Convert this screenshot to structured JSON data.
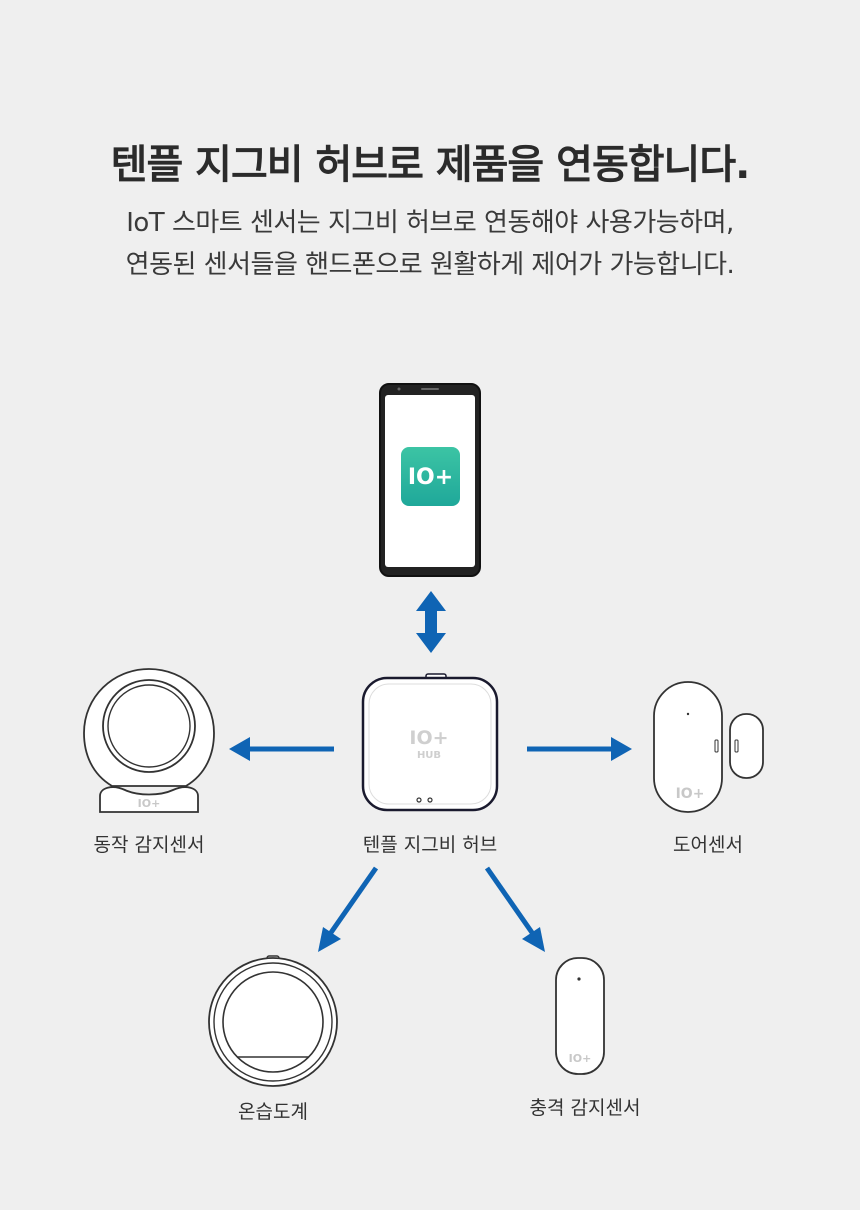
{
  "heading": {
    "title": "텐플 지그비 허브로 제품을 연동합니다.",
    "subtitle_line1": "IoT 스마트 센서는 지그비 허브로 연동해야 사용가능하며,",
    "subtitle_line2": "연동된 센서들을 핸드폰으로 원활하게 제어가 가능합니다."
  },
  "devices": {
    "phone_app_logo": "IO+",
    "hub_logo": "IO+",
    "hub_sub": "HUB",
    "motion_logo": "IO+",
    "door_logo": "IO+",
    "vibration_logo": "IO+"
  },
  "labels": {
    "motion_sensor": "동작 감지센서",
    "hub": "텐플 지그비 허브",
    "door_sensor": "도어센서",
    "thermo_hygrometer": "온습도계",
    "vibration_sensor": "충격 감지센서"
  },
  "colors": {
    "arrow": "#0f64b4",
    "app_icon_top": "#3cc4a4",
    "app_icon_bottom": "#1fa89a"
  }
}
